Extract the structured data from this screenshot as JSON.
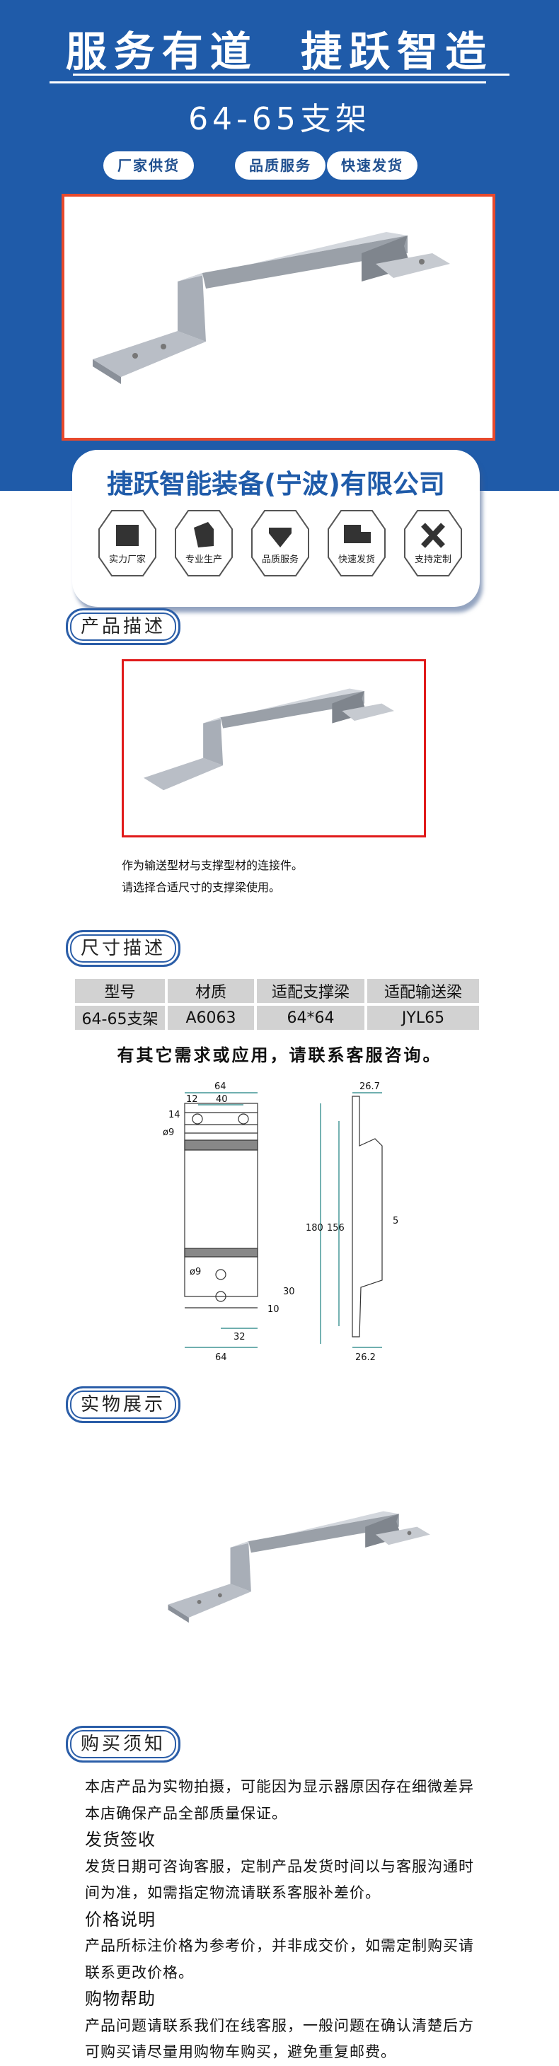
{
  "header": {
    "slogan": "服务有道  捷跃智造",
    "product_title": "64-65支架",
    "pills": [
      "厂家供货",
      "品质服务",
      "快速发货"
    ]
  },
  "company": {
    "name": "捷跃智能装备(宁波)有限公司",
    "badges": [
      {
        "label": "实力厂家",
        "icon": "factory-icon"
      },
      {
        "label": "专业生产",
        "icon": "box-gear-icon"
      },
      {
        "label": "品质服务",
        "icon": "diamond-icon"
      },
      {
        "label": "快速发货",
        "icon": "truck-icon"
      },
      {
        "label": "支持定制",
        "icon": "ruler-pencil-icon"
      }
    ]
  },
  "sections": {
    "description": "产品描述",
    "dimensions": "尺寸描述",
    "display": "实物展示",
    "purchase": "购买须知"
  },
  "description_lines": [
    "作为输送型材与支撑型材的连接件。",
    "请选择合适尺寸的支撑梁使用。"
  ],
  "spec_table": {
    "headers": [
      "型号",
      "材质",
      "适配支撑梁",
      "适配输送梁"
    ],
    "row": [
      "64-65支架",
      "A6063",
      "64*64",
      "JYL65"
    ]
  },
  "contact_note": "有其它需求或应用，请联系客服咨询。",
  "drawing": {
    "front": {
      "width": "64",
      "left_offset": "12",
      "hole_spacing": "40",
      "top_offset": "14",
      "hole_dia_top": "ø9",
      "hole_dia_bottom": "ø9",
      "d30": "30",
      "d10": "10",
      "d32": "32",
      "bottom_width": "64"
    },
    "side": {
      "top": "26.7",
      "total": "180",
      "inner": "156",
      "thickness": "5",
      "bottom": "26.2"
    }
  },
  "purchase": {
    "intro": "本店产品为实物拍摄，可能因为显示器原因存在细微差异本店确保产品全部质量保证。",
    "items": [
      {
        "title": "发货签收",
        "text": "发货日期可咨询客服，定制产品发货时间以与客服沟通时间为准，如需指定物流请联系客服补差价。"
      },
      {
        "title": "价格说明",
        "text": "产品所标注价格为参考价，并非成交价，如需定制购买请联系更改价格。"
      },
      {
        "title": "购物帮助",
        "text": "产品问题请联系我们在线客服，一般问题在确认清楚后方可购买请尽量用购物车购买，避免重复邮费。"
      }
    ]
  }
}
